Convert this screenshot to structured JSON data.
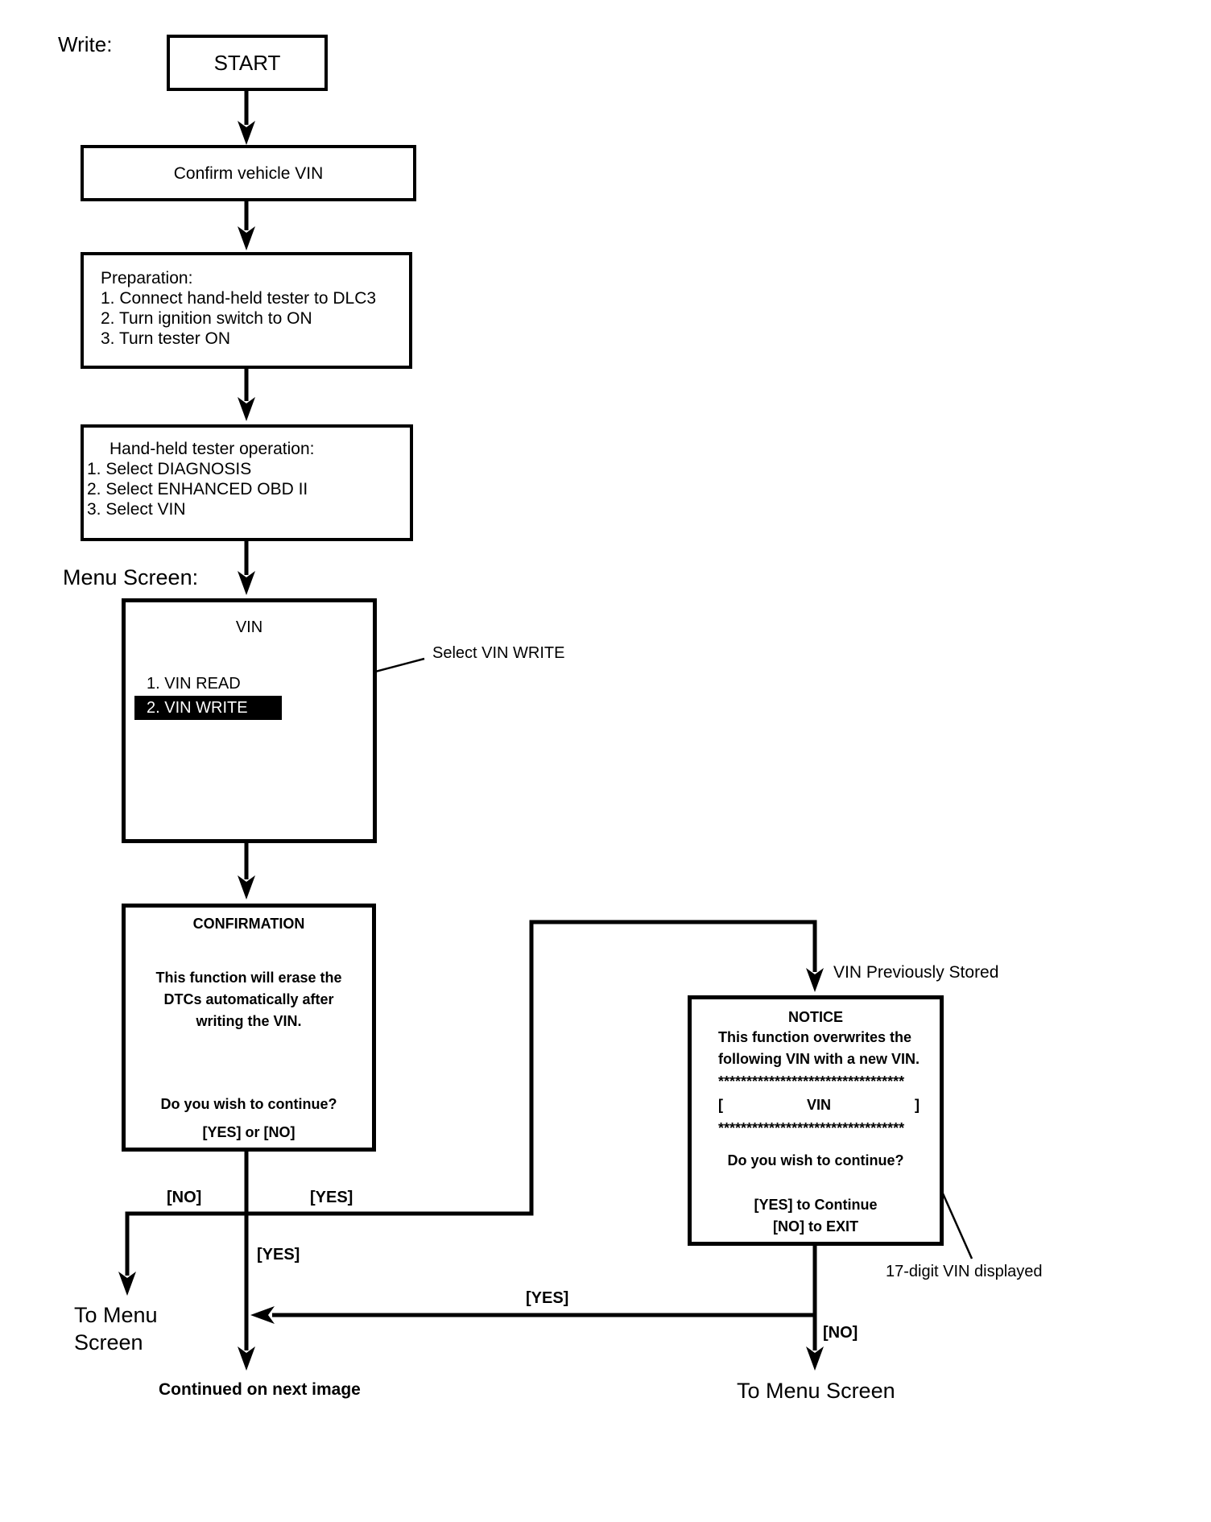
{
  "page": {
    "background": "#ffffff",
    "ink": "#000000"
  },
  "labels": {
    "write": "Write:",
    "menu_screen": "Menu Screen:",
    "select_vin_write": "Select VIN WRITE",
    "vin_previously_stored": "VIN Previously Stored",
    "seventeen_digit_vin": "17-digit VIN displayed",
    "to_menu_line1": "To Menu",
    "to_menu_line2": "Screen",
    "continued": "Continued on next image",
    "to_menu_screen": "To Menu Screen"
  },
  "branch": {
    "no_left": "[NO]",
    "yes_right": "[YES]",
    "yes_down": "[YES]",
    "yes_merge": "[YES]",
    "no_down": "[NO]"
  },
  "nodes": {
    "start": {
      "label": "START"
    },
    "confirm_vin": {
      "label": "Confirm vehicle VIN"
    },
    "preparation": {
      "lines": [
        "Preparation:",
        "1. Connect hand-held tester to DLC3",
        "2. Turn ignition switch to ON",
        "3. Turn tester ON"
      ]
    },
    "tester_operation": {
      "header": "Hand-held tester operation:",
      "lines": [
        "1. Select DIAGNOSIS",
        "2. Select ENHANCED OBD II",
        "3. Select VIN"
      ]
    },
    "vin_menu": {
      "title": "VIN",
      "item_read": "1. VIN READ",
      "item_write": "2. VIN WRITE"
    },
    "confirmation": {
      "title": "CONFIRMATION",
      "body": [
        "This function will erase the",
        "DTCs automatically after",
        "writing the VIN."
      ],
      "question": "Do you wish to continue?",
      "options": "[YES] or [NO]"
    },
    "notice": {
      "title": "NOTICE",
      "body": [
        "This function overwrites the",
        "following VIN with a new VIN."
      ],
      "stars": "*********************************",
      "vin_open": "[",
      "vin_label": "VIN",
      "vin_close": "]",
      "question": "Do you wish to continue?",
      "option_yes": "[YES] to Continue",
      "option_no": "[NO] to EXIT"
    }
  }
}
